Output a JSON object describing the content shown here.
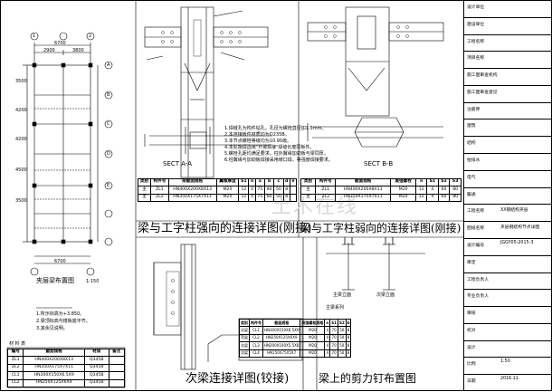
{
  "titles": {
    "plan": "夹层梁布置图",
    "plan_scale": "1:150",
    "strong": "梁与工字柱强向的连接详图(刚接)",
    "weak": "梁与工字柱弱向的连接详图(刚接)",
    "secondary": "次梁连接详图(铰接)",
    "shear": "梁上的剪力钉布置图",
    "sect_a": "SECT A-A",
    "sect_b": "SECT B-B"
  },
  "notes": [
    "1.焊缝孔为构件钻孔，孔径为螺栓直径加1.5mm。",
    "2.本连接板件材质均为Q235B。",
    "3.本节点螺栓等级均为10.9S级。",
    "4.本处施焊选用\"开坡焊接\"焊缝长度同板件。",
    "5.螺栓孔距均满足要求，柱外翼缘加劲板与梁同厚。",
    "6.柱翼缘与加劲板焊接采用坡口焊，等强度焊接要求。"
  ],
  "plan_notes": [
    "1.所示标高为+3.850。",
    "2.梁顶标高与楼板底平齐。",
    "3.其余见说明。"
  ],
  "plan_dims": {
    "top_total": "6700",
    "bottom_total": "6700",
    "spans": [
      "2900",
      "3800"
    ],
    "side": [
      "3500",
      "4200",
      "4200",
      "4500",
      "3500"
    ],
    "grid_letters": [
      "A",
      "B",
      "C",
      "D",
      "E"
    ],
    "grid_numbers": [
      "1",
      "2"
    ]
  },
  "material_table": {
    "title": "材 料 表",
    "header": [
      "编号",
      "截面规格",
      "材质",
      "备注"
    ],
    "rows": [
      [
        "ZL1",
        "HN400X200X8X13",
        "Q345B",
        ""
      ],
      [
        "ZL2",
        "HN350X175X7X11",
        "Q345B",
        ""
      ],
      [
        "CL1",
        "HN300X150X6.5X9",
        "Q345B",
        ""
      ],
      [
        "CL2",
        "HN250X125X6X9",
        "Q345B",
        ""
      ]
    ]
  },
  "strong_table": {
    "header": [
      "类别",
      "构件号",
      "梁截面规格",
      "翼缘厚度",
      "S1",
      "n",
      "a",
      "b",
      "c",
      "d",
      "e"
    ],
    "rows": [
      [
        "主",
        "ZL1",
        "HN400X200X8X13",
        "M20",
        "12",
        "4",
        "75",
        "80",
        "50",
        "8",
        ""
      ],
      [
        "主",
        "ZL2",
        "HN350X175X7X11",
        "M20",
        "12",
        "4",
        "75",
        "80",
        "50",
        "8",
        ""
      ]
    ]
  },
  "weak_table": {
    "header": [
      "类别",
      "构件号",
      "截面规格",
      "高强螺栓",
      "n",
      "S1",
      "S2",
      "S3"
    ],
    "rows": [
      [
        "主",
        "ZL1",
        "HN400X200X8X13",
        "M20",
        "12",
        "4",
        "60",
        "80"
      ],
      [
        "主",
        "ZL2",
        "HN350X175X7X11",
        "M20",
        "12",
        "4",
        "60",
        "80"
      ]
    ]
  },
  "secondary_table": {
    "header": [
      "类别",
      "构件号",
      "截面规格",
      "高强螺栓规格",
      "n",
      "S1",
      "S2",
      "b"
    ],
    "rows": [
      [
        "次梁",
        "CL1",
        "HN300X150X6.5X9",
        "M20",
        "4",
        "70",
        "50",
        "8"
      ],
      [
        "次梁",
        "CL2",
        "HN250X125X6X9",
        "M20",
        "4",
        "70",
        "50",
        "8"
      ],
      [
        "次梁",
        "CL3",
        "HN200X100X5.5X8",
        "M20",
        "4",
        "70",
        "50",
        "8"
      ],
      [
        "次梁",
        "CL4",
        "HN150X75X5X7",
        "M20",
        "4",
        "70",
        "50",
        "8"
      ]
    ]
  },
  "shear_labels": [
    "主梁立面",
    "次梁立面",
    "主梁系列"
  ],
  "title_block": {
    "rows": [
      "设计单位",
      "建设单位",
      "工程名称",
      "项目名称",
      "施工图审查机构",
      "施工图审查意见",
      "注册师",
      "建筑",
      "结构",
      "给排水",
      "电气",
      "暖通",
      "工程名称",
      "图纸名称",
      "设计编号",
      "审定",
      "工程负责人",
      "专业负责人",
      "审核",
      "校对",
      "设计",
      "比例",
      "日期"
    ],
    "drawing_name": "夹层钢结构节点详图",
    "project": "XX钢结构夹层",
    "design_no": "JGGY05-2015-3",
    "scale": "1:50",
    "date": "2016.11"
  },
  "watermark": "土木在线"
}
